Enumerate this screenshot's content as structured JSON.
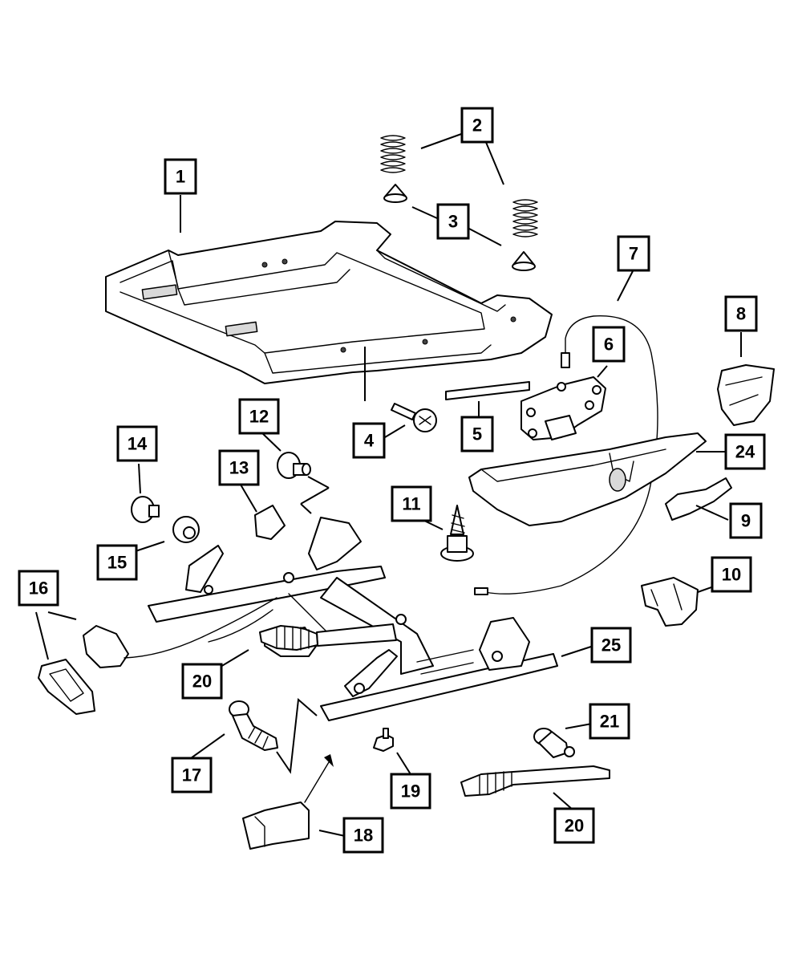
{
  "diagram": {
    "callouts": [
      {
        "id": "c1",
        "label": "1"
      },
      {
        "id": "c2",
        "label": "2"
      },
      {
        "id": "c3",
        "label": "3"
      },
      {
        "id": "c4",
        "label": "4"
      },
      {
        "id": "c5",
        "label": "5"
      },
      {
        "id": "c6",
        "label": "6"
      },
      {
        "id": "c7",
        "label": "7"
      },
      {
        "id": "c8",
        "label": "8"
      },
      {
        "id": "c9",
        "label": "9"
      },
      {
        "id": "c10",
        "label": "10"
      },
      {
        "id": "c11",
        "label": "11"
      },
      {
        "id": "c12",
        "label": "12"
      },
      {
        "id": "c13",
        "label": "13"
      },
      {
        "id": "c14",
        "label": "14"
      },
      {
        "id": "c15",
        "label": "15"
      },
      {
        "id": "c16",
        "label": "16"
      },
      {
        "id": "c17",
        "label": "17"
      },
      {
        "id": "c18",
        "label": "18"
      },
      {
        "id": "c19",
        "label": "19"
      },
      {
        "id": "c20a",
        "label": "20"
      },
      {
        "id": "c20b",
        "label": "20"
      },
      {
        "id": "c21",
        "label": "21"
      },
      {
        "id": "c24",
        "label": "24"
      },
      {
        "id": "c25",
        "label": "25"
      }
    ],
    "colors": {
      "line": "#000000",
      "fill": "#ffffff",
      "shade": "#d9d9d9"
    }
  }
}
